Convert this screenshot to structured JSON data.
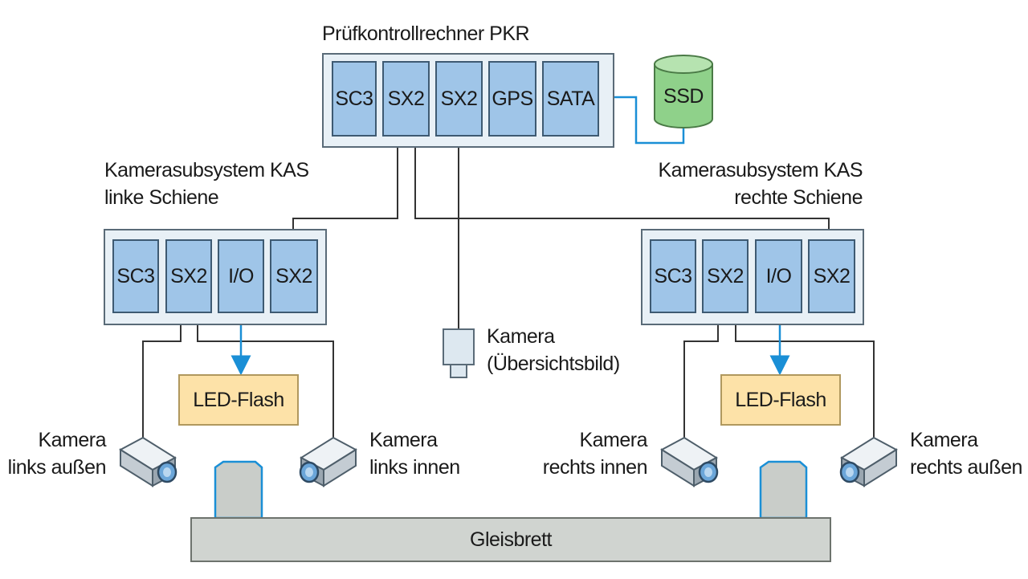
{
  "title": "Prüfkontrollrechner PKR",
  "pkr_modules": [
    "SC3",
    "SX2",
    "SX2",
    "GPS",
    "SATA"
  ],
  "ssd_label": "SSD",
  "kas_left": {
    "line1": "Kamerasubsystem KAS",
    "line2": "linke Schiene",
    "modules": [
      "SC3",
      "SX2",
      "I/O",
      "SX2"
    ],
    "flash": "LED-Flash"
  },
  "kas_right": {
    "line1": "Kamerasubsystem KAS",
    "line2": "rechte Schiene",
    "modules": [
      "SC3",
      "SX2",
      "I/O",
      "SX2"
    ],
    "flash": "LED-Flash"
  },
  "overview_camera": {
    "line1": "Kamera",
    "line2": "(Übersichtsbild)"
  },
  "cameras": {
    "links_aussen": {
      "line1": "Kamera",
      "line2": "links außen"
    },
    "links_innen": {
      "line1": "Kamera",
      "line2": "links innen"
    },
    "rechts_innen": {
      "line1": "Kamera",
      "line2": "rechts innen"
    },
    "rechts_aussen": {
      "line1": "Kamera",
      "line2": "rechts außen"
    }
  },
  "gleisbrett": "Gleisbrett",
  "colors": {
    "module_fill": "#9fc5e8",
    "panel_fill": "#e8f0f6",
    "ssd_fill": "#8fd18a",
    "flash_fill": "#fde2a8",
    "data_link": "#1a8fd6",
    "rail_fill": "#d0d4d0"
  }
}
